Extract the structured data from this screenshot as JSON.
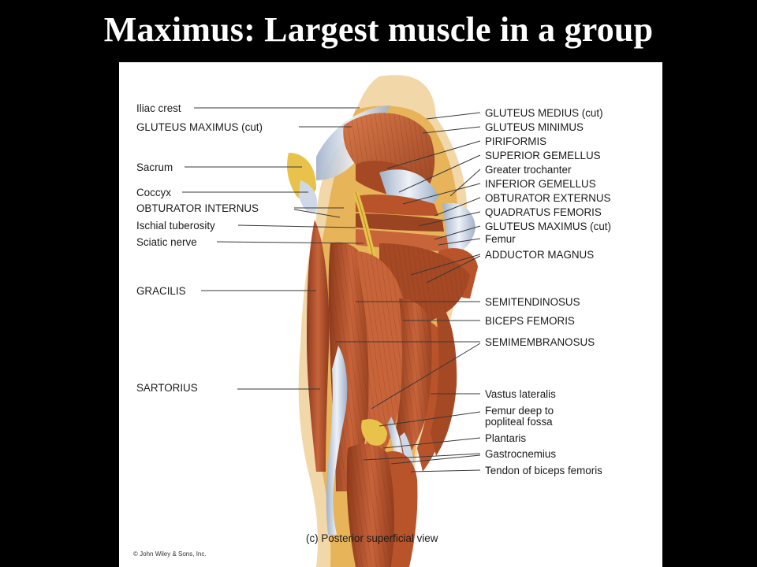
{
  "slide": {
    "title": "Maximus:  Largest muscle in a group"
  },
  "figure": {
    "caption": "(c) Posterior superficial view",
    "copyright": "© John Wiley & Sons, Inc.",
    "colors": {
      "muscle": "#b8532a",
      "muscle_dark": "#8e3a1c",
      "muscle_light": "#d9794a",
      "tendon": "#cfd8e6",
      "skin": "#f2d7a8",
      "fat": "#e8b45a",
      "nerve": "#e8c24a"
    },
    "labels_left": [
      "Iliac crest",
      "GLUTEUS MAXIMUS (cut)",
      "Sacrum",
      "Coccyx",
      "OBTURATOR INTERNUS",
      "Ischial tuberosity",
      "Sciatic nerve",
      "GRACILIS",
      "SARTORIUS"
    ],
    "labels_right": [
      "GLUTEUS MEDIUS (cut)",
      "GLUTEUS MINIMUS",
      "PIRIFORMIS",
      "SUPERIOR GEMELLUS",
      "Greater trochanter",
      "INFERIOR GEMELLUS",
      "OBTURATOR EXTERNUS",
      "QUADRATUS FEMORIS",
      "GLUTEUS MAXIMUS (cut)",
      "Femur",
      "ADDUCTOR MAGNUS",
      "SEMITENDINOSUS",
      "BICEPS FEMORIS",
      "SEMIMEMBRANOSUS",
      "Vastus lateralis",
      "Femur deep to",
      "popliteal fossa",
      "Plantaris",
      "Gastrocnemius",
      "Tendon of biceps femoris"
    ]
  }
}
